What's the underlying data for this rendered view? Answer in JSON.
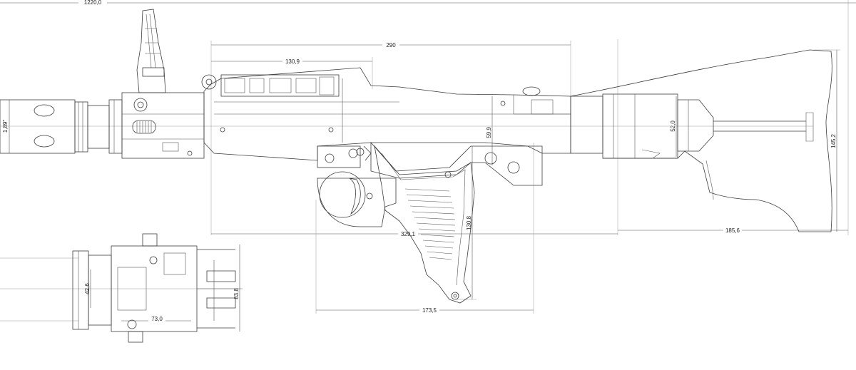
{
  "dimensions": {
    "overall_length": "1220,0",
    "receiver_length": "290",
    "top_cover": "130,9",
    "barrel_diameter": "1,89\"",
    "receiver_height": "59,9",
    "butt_diameter": "52,0",
    "butt_height": "145,2",
    "butt_length": "185,6",
    "body_length": "329,1",
    "grip_height": "130,8",
    "grip_length": "173,5",
    "detail_length": "73,0",
    "detail_height": "83,8",
    "detail_diameter": "42,6"
  }
}
